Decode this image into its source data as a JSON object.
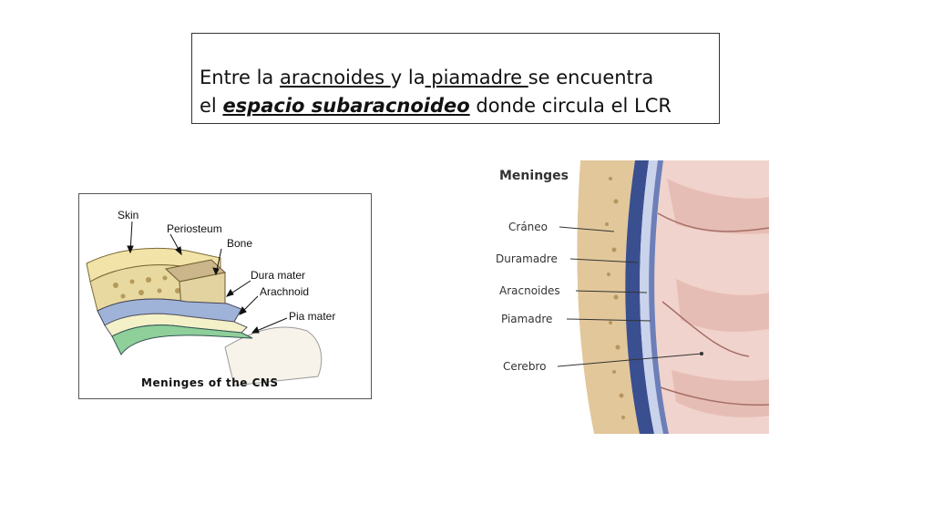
{
  "caption": {
    "line1_a": "Entre la ",
    "line1_b": "aracnoides ",
    "line1_c": "y la",
    "line1_d": " piamadre ",
    "line1_e": "se encuentra",
    "line2_a": "el ",
    "line2_b": "espacio subaracnoideo",
    "line2_c": " donde circula el LCR"
  },
  "left_figure": {
    "labels": {
      "skin": "Skin",
      "periosteum": "Periosteum",
      "bone": "Bone",
      "dura": "Dura mater",
      "arachnoid": "Arachnoid",
      "pia": "Pia mater"
    },
    "caption": "Meninges of the CNS",
    "colors": {
      "skin": "#f2e3a8",
      "bone": "#e8d9a0",
      "periosteum": "#cbb58a",
      "dura": "#9fb3d9",
      "arachnoid": "#f4f0c8",
      "pia": "#8fcf9a"
    }
  },
  "right_figure": {
    "title": "Meninges",
    "labels": {
      "craneo": "Cráneo",
      "duramadre": "Duramadre",
      "aracnoides": "Aracnoides",
      "piamadre": "Piamadre",
      "cerebro": "Cerebro"
    },
    "colors": {
      "skull": "#e2c79a",
      "dura": "#3a4f8f",
      "brain": "#f0d3cc"
    }
  }
}
